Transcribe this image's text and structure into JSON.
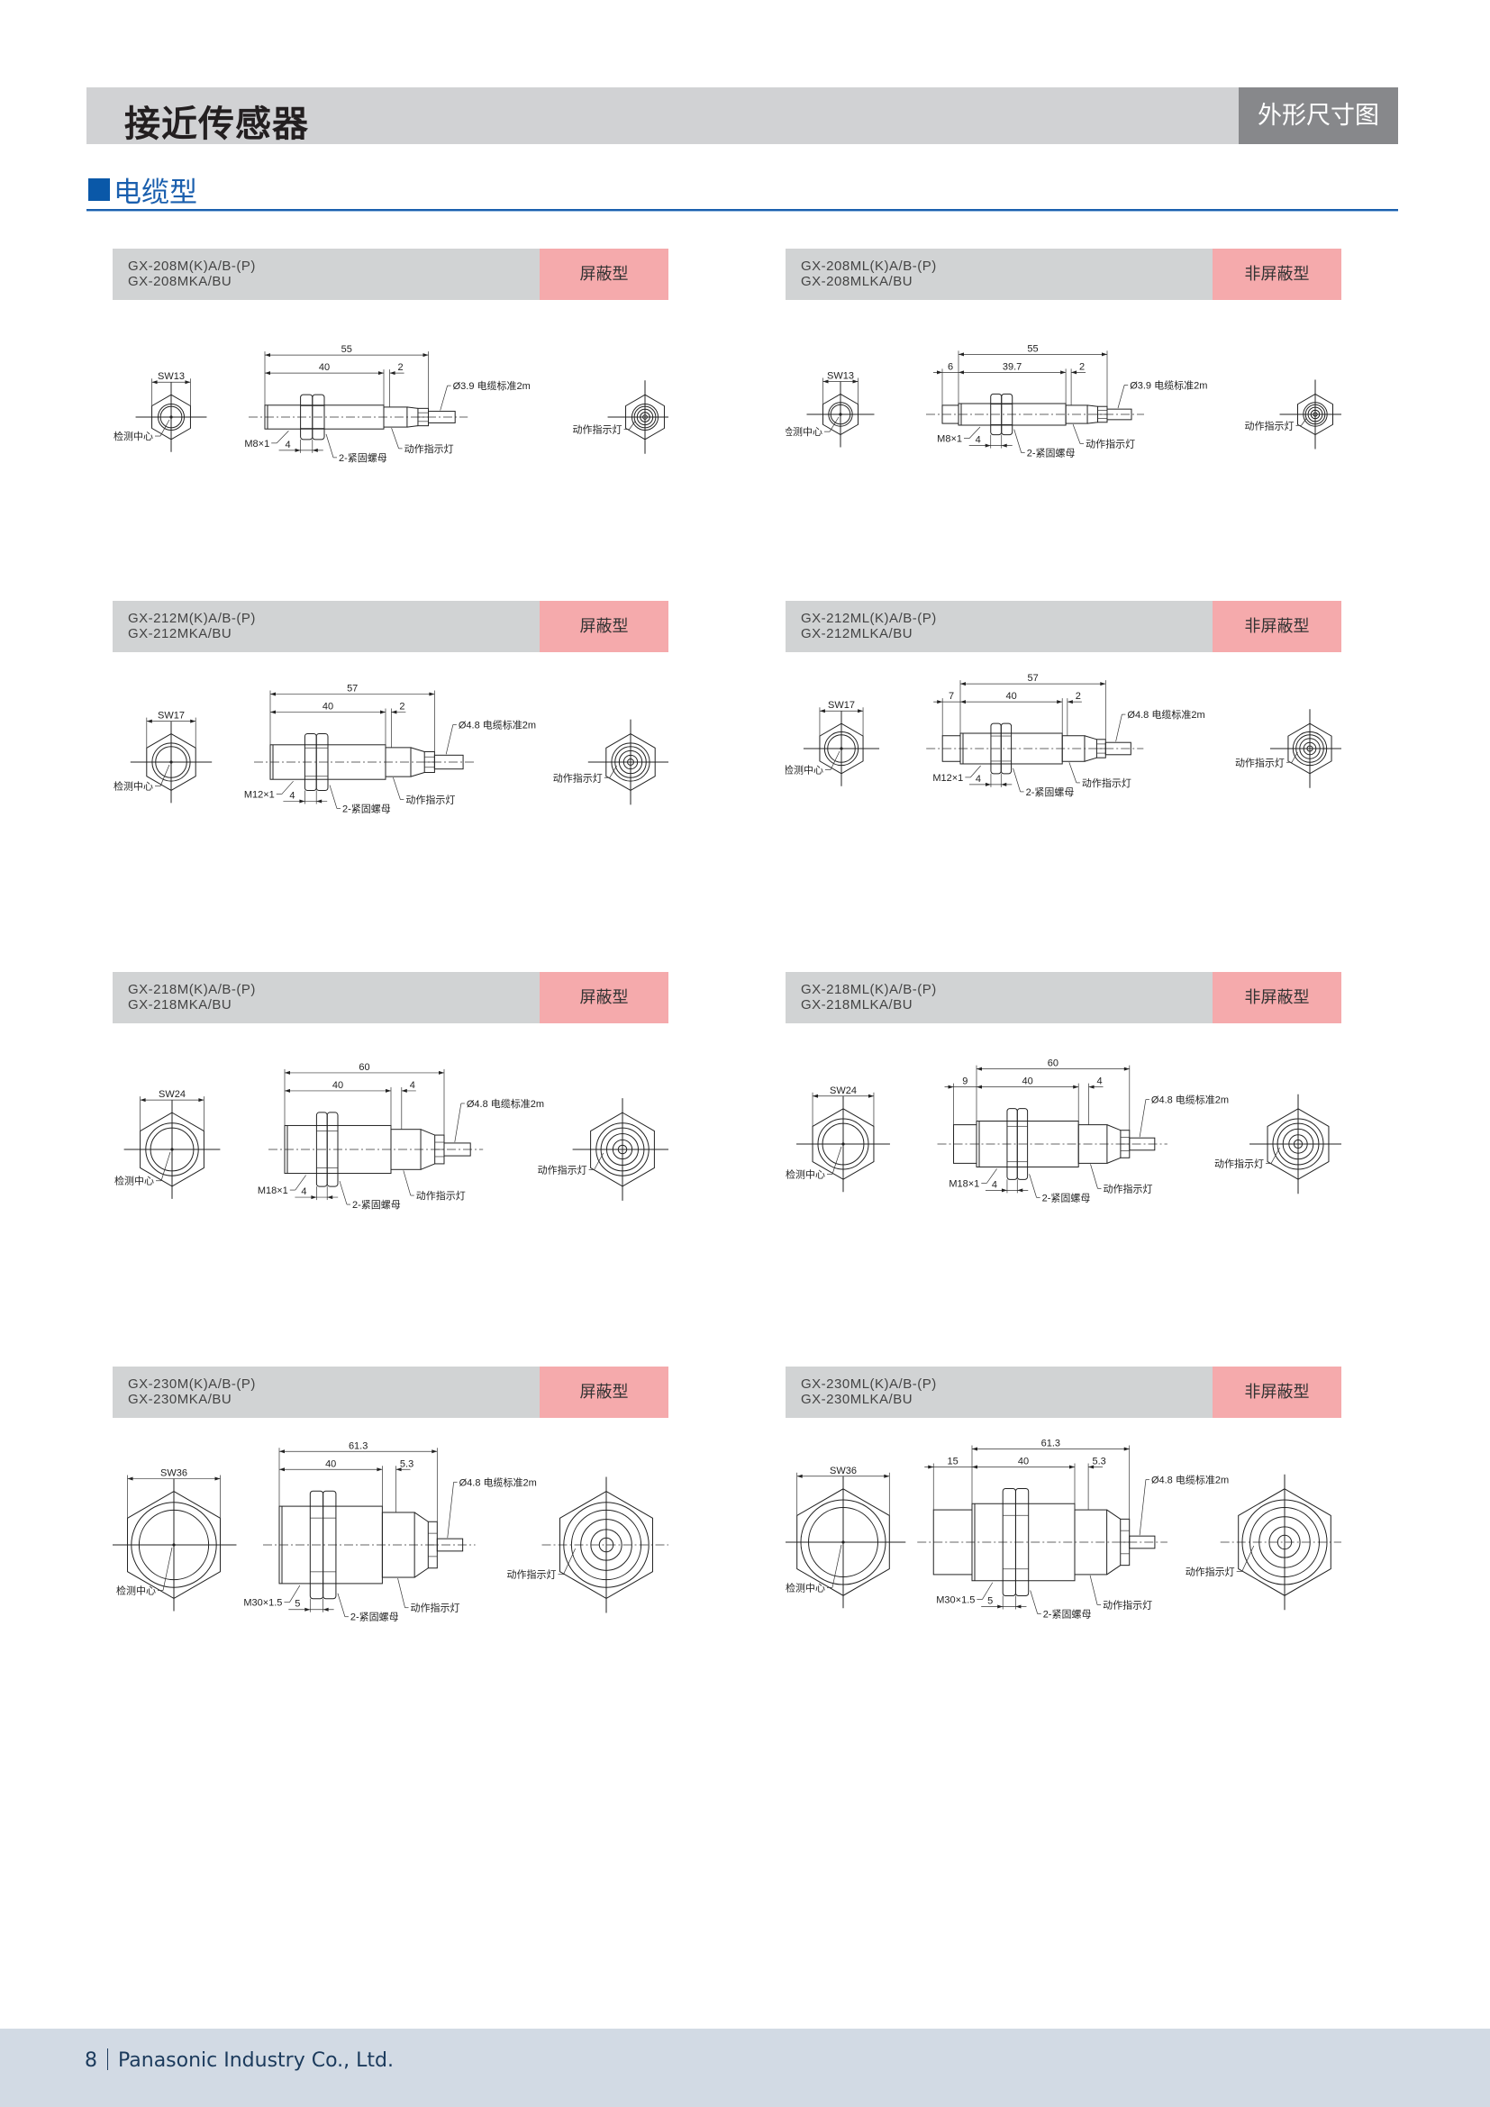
{
  "header": {
    "title": "接近传感器",
    "tag": "外形尺寸图"
  },
  "section": {
    "title": "电缆型"
  },
  "labels": {
    "detect_center": "检测中心",
    "indicator": "动作指示灯",
    "nut": "2-紧固螺母"
  },
  "panels": [
    {
      "models": [
        "GX-208M(K)A/B-(P)",
        "GX-208MKA/BU"
      ],
      "type": "屏蔽型",
      "dims": {
        "sw": "SW13",
        "total": "55",
        "thread_len": "40",
        "tail": "2",
        "thread": "M8×1",
        "nut": "4",
        "cable": "Ø3.9 电缆标准2m"
      }
    },
    {
      "models": [
        "GX-208ML(K)A/B-(P)",
        "GX-208MLKA/BU"
      ],
      "type": "非屏蔽型",
      "dims": {
        "sw": "SW13",
        "total": "55",
        "front_ext": "6",
        "thread_len": "39.7",
        "tail": "2",
        "thread": "M8×1",
        "nut": "4",
        "cable": "Ø3.9 电缆标准2m"
      }
    },
    {
      "models": [
        "GX-212M(K)A/B-(P)",
        "GX-212MKA/BU"
      ],
      "type": "屏蔽型",
      "dims": {
        "sw": "SW17",
        "total": "57",
        "thread_len": "40",
        "tail": "2",
        "thread": "M12×1",
        "nut": "4",
        "cable": "Ø4.8 电缆标准2m"
      }
    },
    {
      "models": [
        "GX-212ML(K)A/B-(P)",
        "GX-212MLKA/BU"
      ],
      "type": "非屏蔽型",
      "dims": {
        "sw": "SW17",
        "total": "57",
        "front_ext": "7",
        "thread_len": "40",
        "tail": "2",
        "thread": "M12×1",
        "nut": "4",
        "cable": "Ø4.8 电缆标准2m"
      }
    },
    {
      "models": [
        "GX-218M(K)A/B-(P)",
        "GX-218MKA/BU"
      ],
      "type": "屏蔽型",
      "dims": {
        "sw": "SW24",
        "total": "60",
        "thread_len": "40",
        "tail": "4",
        "thread": "M18×1",
        "nut": "4",
        "cable": "Ø4.8 电缆标准2m"
      }
    },
    {
      "models": [
        "GX-218ML(K)A/B-(P)",
        "GX-218MLKA/BU"
      ],
      "type": "非屏蔽型",
      "dims": {
        "sw": "SW24",
        "total": "60",
        "front_ext": "9",
        "thread_len": "40",
        "tail": "4",
        "thread": "M18×1",
        "nut": "4",
        "cable": "Ø4.8 电缆标准2m"
      }
    },
    {
      "models": [
        "GX-230M(K)A/B-(P)",
        "GX-230MKA/BU"
      ],
      "type": "屏蔽型",
      "dims": {
        "sw": "SW36",
        "total": "61.3",
        "thread_len": "40",
        "tail": "5.3",
        "thread": "M30×1.5",
        "nut": "5",
        "cable": "Ø4.8 电缆标准2m"
      }
    },
    {
      "models": [
        "GX-230ML(K)A/B-(P)",
        "GX-230MLKA/BU"
      ],
      "type": "非屏蔽型",
      "dims": {
        "sw": "SW36",
        "total": "61.3",
        "front_ext": "15",
        "thread_len": "40",
        "tail": "5.3",
        "thread": "M30×1.5",
        "nut": "5",
        "cable": "Ø4.8 电缆标准2m"
      }
    }
  ],
  "footer": {
    "page": "8",
    "company": "Panasonic Industry Co., Ltd."
  }
}
